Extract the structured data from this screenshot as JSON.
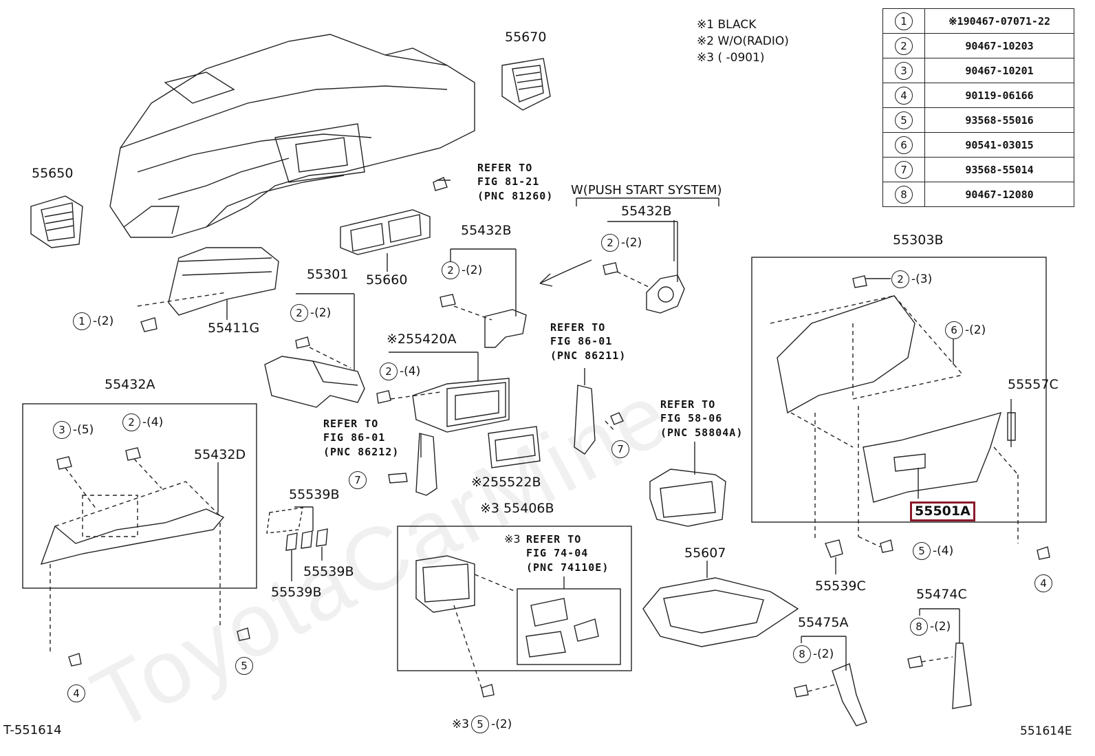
{
  "watermark": "ToyotaCarMine",
  "figure_id_left": "T-551614",
  "figure_id_right": "551614E",
  "notes": [
    "※1 BLACK",
    "※2 W/O(RADIO)",
    "※3 (    -0901)"
  ],
  "parts_table": [
    {
      "num": "1",
      "part": "※190467-07071-22"
    },
    {
      "num": "2",
      "part": "90467-10203"
    },
    {
      "num": "3",
      "part": "90467-10201"
    },
    {
      "num": "4",
      "part": "90119-06166"
    },
    {
      "num": "5",
      "part": "93568-55016"
    },
    {
      "num": "6",
      "part": "90541-03015"
    },
    {
      "num": "7",
      "part": "93568-55014"
    },
    {
      "num": "8",
      "part": "90467-12080"
    }
  ],
  "labels": {
    "p55670": "55670",
    "p55650": "55650",
    "p55660": "55660",
    "p55411G": "55411G",
    "p55301": "55301",
    "p55432B_a": "55432B",
    "p55432B_b": "55432B",
    "push_start": "W(PUSH START SYSTEM)",
    "p55303B": "55303B",
    "p55420A": "※255420A",
    "p55432A": "55432A",
    "p55432D": "55432D",
    "p55522B": "※255522B",
    "p55539B_a": "55539B",
    "p55539B_b": "55539B",
    "p55539B_c": "55539B",
    "p55406B": "※3 55406B",
    "p55607": "55607",
    "p55557C": "55557C",
    "p55501A": "55501A",
    "p55539C": "55539C",
    "p55475A": "55475A",
    "p55474C": "55474C"
  },
  "refer_notes": {
    "r81": "REFER TO\nFIG 81-21\n(PNC 81260)",
    "r86_211": "REFER TO\nFIG 86-01\n(PNC 86211)",
    "r86_212": "REFER TO\nFIG 86-01\n(PNC 86212)",
    "r58": "REFER TO\nFIG 58-06\n(PNC 58804A)",
    "r74": "REFER TO\nFIG 74-04\n(PNC 74110E)",
    "r74_mark": "※3"
  },
  "callouts": [
    {
      "num": "1",
      "qty": "-(2)"
    },
    {
      "num": "2",
      "qty": "-(2)"
    },
    {
      "num": "2",
      "qty": "-(2)"
    },
    {
      "num": "2",
      "qty": "-(2)"
    },
    {
      "num": "2",
      "qty": "-(3)"
    },
    {
      "num": "6",
      "qty": "-(2)"
    },
    {
      "num": "2",
      "qty": "-(4)"
    },
    {
      "num": "3",
      "qty": "-(5)"
    },
    {
      "num": "2",
      "qty": "-(4)"
    },
    {
      "num": "7",
      "qty": ""
    },
    {
      "num": "7",
      "qty": ""
    },
    {
      "num": "5",
      "qty": "-(4)"
    },
    {
      "num": "4",
      "qty": ""
    },
    {
      "num": "8",
      "qty": "-(2)"
    },
    {
      "num": "8",
      "qty": "-(2)"
    },
    {
      "num": "5",
      "qty": ""
    },
    {
      "num": "4",
      "qty": ""
    },
    {
      "num": "5",
      "qty": "-(2)",
      "prefix": "※3"
    }
  ],
  "highlight_color": "#8b1a2b"
}
